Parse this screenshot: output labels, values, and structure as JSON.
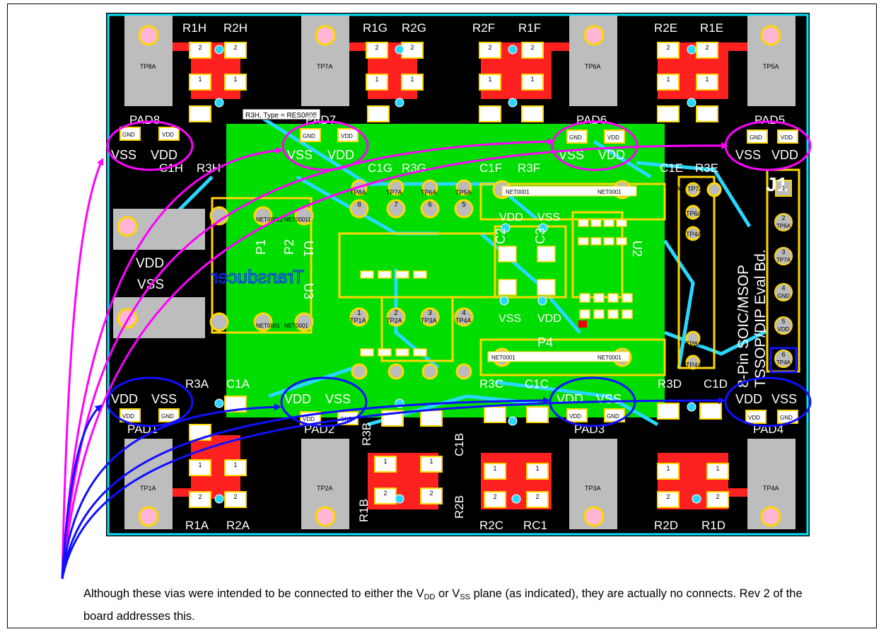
{
  "colors": {
    "board": "#000000",
    "outline": "#00e5ff",
    "plane": "#00dd00",
    "trace": "#ff2020",
    "silk": "#ffd700",
    "via": "#29d8ff",
    "pad": "#bdbdbd",
    "magenta": "#ff00ff",
    "blue": "#1010ff"
  },
  "pad_labels": {
    "pad8": "PAD8",
    "pad7": "PAD7",
    "pad6": "PAD6",
    "pad5": "PAD5",
    "pad1": "PAD1",
    "pad2": "PAD2",
    "pad3": "PAD3",
    "pad4": "PAD4"
  },
  "supply": {
    "vss": "VSS",
    "vdd": "VDD",
    "gnd": "GND"
  },
  "refdes_top": {
    "r1h": "R1H",
    "r2h": "R2H",
    "r1g": "R1G",
    "r2g": "R2G",
    "r2f": "R2F",
    "r1f": "R1F",
    "r2e": "R2E",
    "r1e": "R1E",
    "c1h": "C1H",
    "r3h": "R3H",
    "c1g": "C1G",
    "r3g": "R3G",
    "c1f": "C1F",
    "r3f": "R3F",
    "c1e": "C1E",
    "r3e": "R3E"
  },
  "refdes_bottom": {
    "r3a": "R3A",
    "c1a": "C1A",
    "r3b": "R3B",
    "c1b": "C1B",
    "r3c": "R3C",
    "c1c": "C1C",
    "r3d": "R3D",
    "c1d": "C1D",
    "r1a": "R1A",
    "r2a": "R2A",
    "r1b": "R1B",
    "r2b": "R2B",
    "r2c": "R2C",
    "rc1": "RC1",
    "r2d": "R2D",
    "r1d": "R1D"
  },
  "parts": {
    "j1": "J1",
    "p1": "P1",
    "p2": "P2",
    "p4": "P4",
    "c2": "C2",
    "c3": "C3",
    "u1": "U1",
    "u3": "U3",
    "u2": "U2"
  },
  "test_points": {
    "tp1a": "TP1A",
    "tp2a": "TP2A",
    "tp3a": "TP3A",
    "tp4a": "TP4A",
    "tp5a": "TP5A",
    "tp6a": "TP6A",
    "tp7a": "TP7A",
    "tp8a": "TP8A"
  },
  "net_labels": {
    "net0001": "NET0001",
    "net00012": "NET00012",
    "net00011": "NET00011"
  },
  "tooltip": "R3H, Type = RES0805",
  "board_title_line1": "8-Pin SOIC/MSOP",
  "board_title_line2": "TSSOP/DIP Eval Bd.",
  "mirrored_text": "Transducer",
  "connector_pins": [
    "1",
    "2",
    "3",
    "4",
    "5",
    "6"
  ],
  "connector_pin_nets": [
    "",
    "TP6A",
    "TP7A",
    "GND",
    "VDD",
    "TP4A"
  ],
  "pad_numbers": {
    "one": "1",
    "two": "2"
  },
  "ic_pins_top": [
    "8",
    "7",
    "6",
    "5"
  ],
  "ic_pins_bottom": [
    "1",
    "2",
    "3",
    "4"
  ],
  "caption": {
    "part1": "Although these vias were intended to be connected to either the V",
    "sub_dd": "DD",
    "part2": " or V",
    "sub_ss": "SS",
    "part3": " plane (as indicated), they are actually no connects. Rev 2 of the board addresses this."
  }
}
